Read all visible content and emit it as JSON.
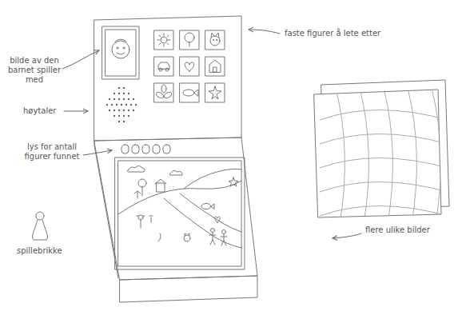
{
  "diagram": {
    "labels": [
      "faste figurer å lete etter",
      "bilde av den barnet spiller med",
      "høytaler",
      "lys for antall figurer funnet",
      "flere ulike bilder",
      "spillebrikke"
    ]
  }
}
